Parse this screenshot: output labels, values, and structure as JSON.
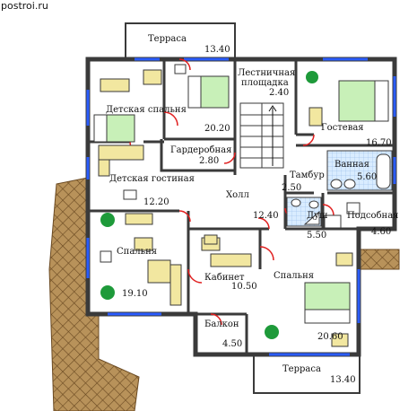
{
  "watermark": "postroi.ru",
  "colors": {
    "wall": "#3a3a3a",
    "floor": "#ffffff",
    "window": "#2a5cff",
    "door": "#e02020",
    "roof": "#b8925a",
    "roof_line": "#6b4a22",
    "plant": "#1e9a3a",
    "bed_cover": "#c8f0b8",
    "sofa": "#f2e7a0",
    "bath_tile": "#d9ecff"
  },
  "rooms": [
    {
      "name": "Терраса",
      "area": "13.40"
    },
    {
      "name": "Детская спальня",
      "area": "20.20"
    },
    {
      "name": "Лестничная площадка",
      "area": "2.40"
    },
    {
      "name": "Гостевая",
      "area": "16.70"
    },
    {
      "name": "Гардеробная",
      "area": "2.80"
    },
    {
      "name": "Детская гостиная",
      "area": "12.20"
    },
    {
      "name": "Холл",
      "area": "12.40"
    },
    {
      "name": "Тамбур",
      "area": "2.50"
    },
    {
      "name": "Ванная",
      "area": "5.60"
    },
    {
      "name": "Душ",
      "area": "5.50"
    },
    {
      "name": "Подсобная",
      "area": "4.60"
    },
    {
      "name": "Спальня",
      "area": "19.10"
    },
    {
      "name": "Кабинет",
      "area": "10.50"
    },
    {
      "name": "Спальня",
      "area": "20.60"
    },
    {
      "name": "Балкон",
      "area": "4.50"
    },
    {
      "name": "Терраса",
      "area": "13.40"
    }
  ]
}
